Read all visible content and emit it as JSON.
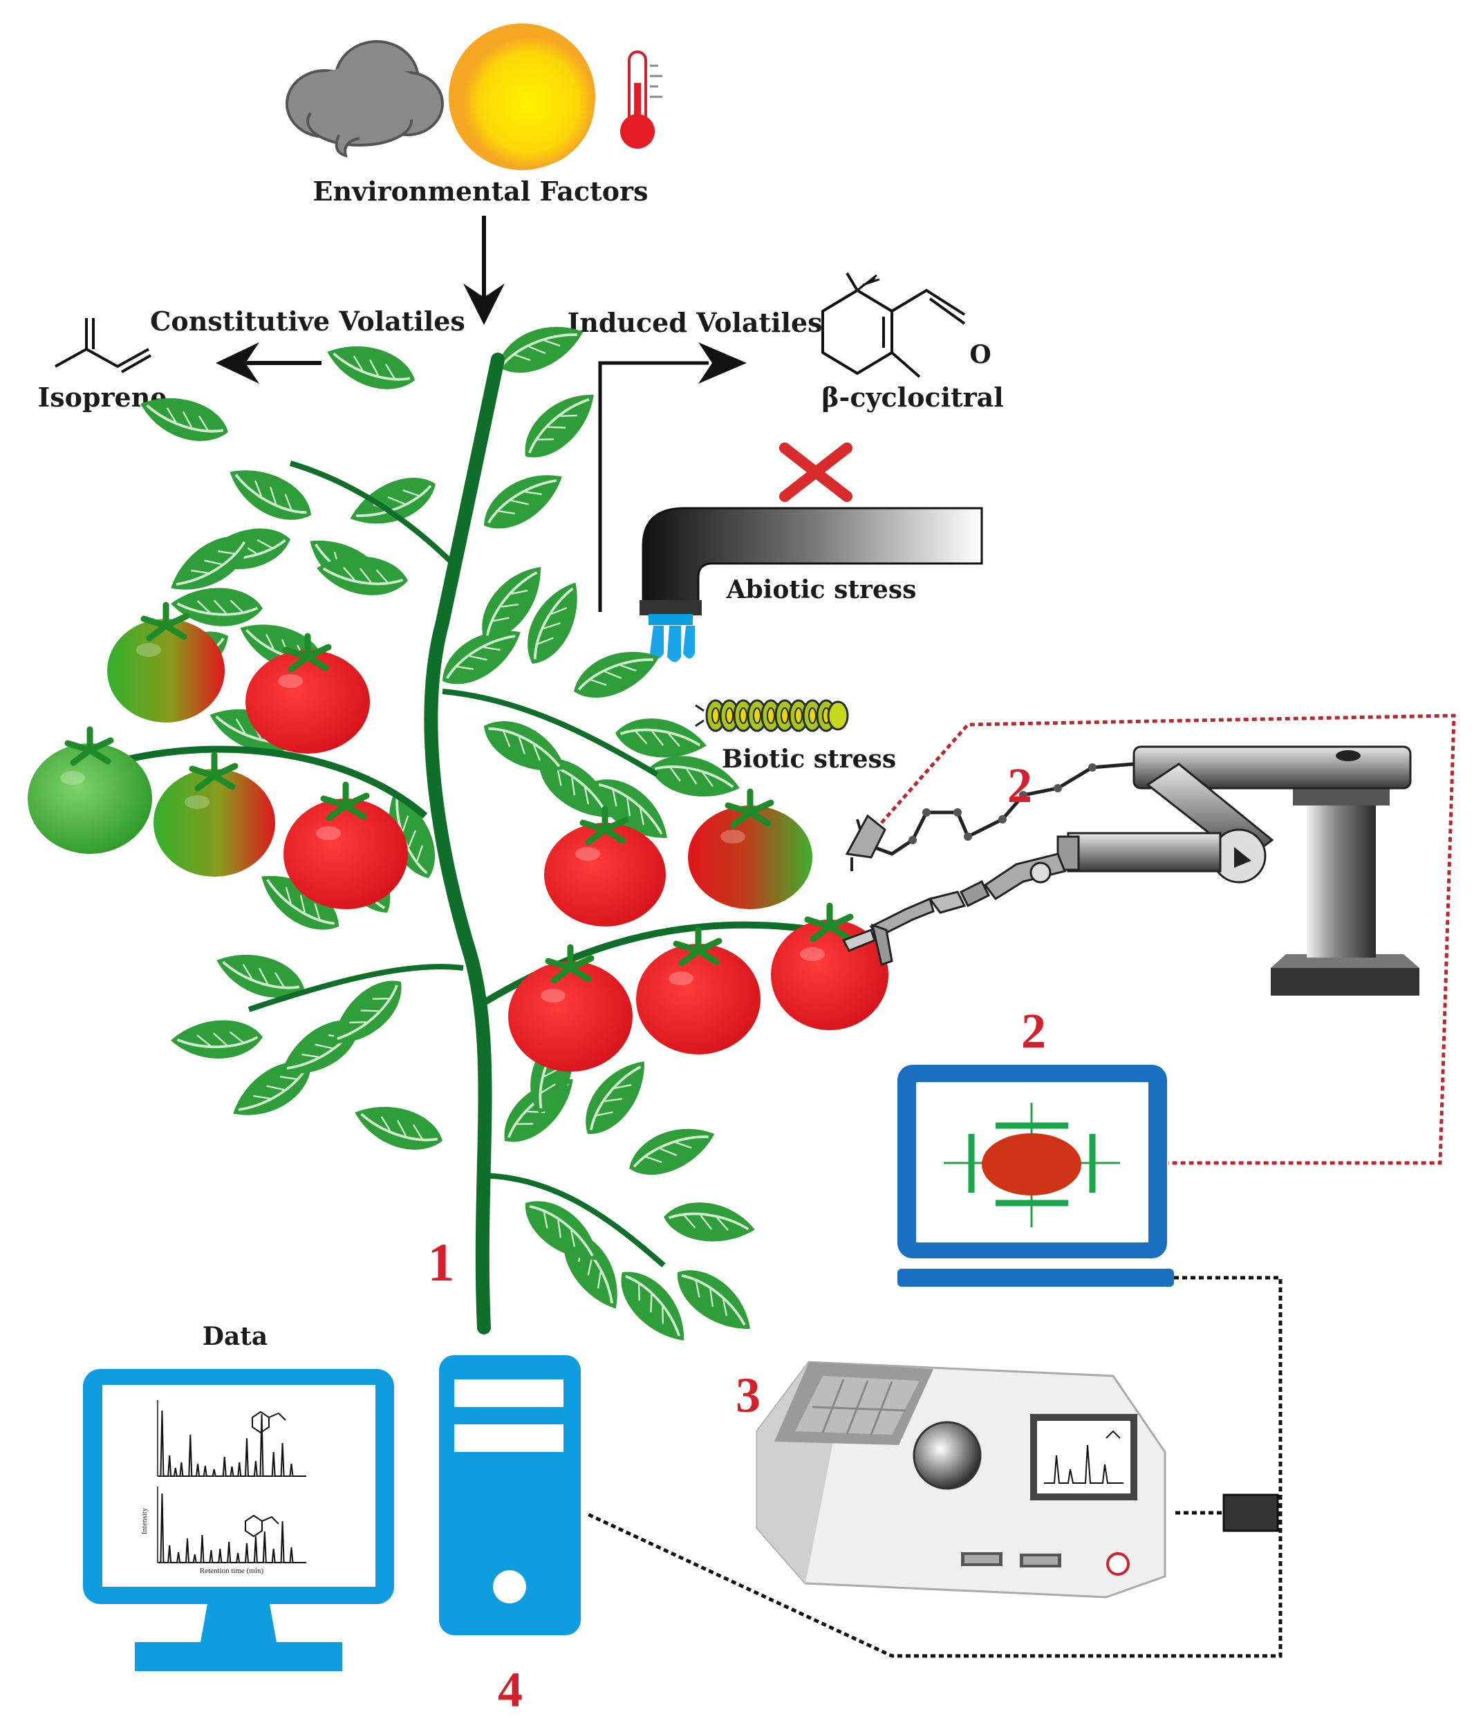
{
  "labels": {
    "environmental_factors": "Environmental Factors",
    "constitutive_volatiles": "Constitutive Volatiles",
    "induced_volatiles": "Induced Volatiles",
    "isoprene": "Isoprene",
    "beta_cyclocitral": "β-cyclocitral",
    "oxygen_atom": "O",
    "abiotic_stress": "Abiotic stress",
    "biotic_stress": "Biotic stress",
    "data": "Data",
    "chrom_ylabel": "Intensity",
    "chrom_xlabel": "Retention time (min)"
  },
  "numbers": {
    "plant": "1",
    "robot": "2",
    "laptop": "2",
    "analyzer": "3",
    "computer": "4"
  },
  "icons": [
    "cloud-icon",
    "sun-icon",
    "thermometer-icon",
    "faucet-icon",
    "caterpillar-icon",
    "robot-arm-icon",
    "laptop-icon",
    "analyzer-icon",
    "desktop-tower-icon",
    "monitor-icon"
  ],
  "colors": {
    "label_text": "#1a1a1a",
    "number_red": "#d4202a",
    "device_blue": "#0f9de0",
    "laptop_blue": "#1b6fc1",
    "stem_green": "#0f6e2a",
    "leaf_green": "#2f9e3a",
    "tomato_red": "#e1161c",
    "sun_yellow": "#fdd708",
    "cloud_gray": "#8a8a8a",
    "link_red": "#b8282e",
    "link_black": "#111111"
  }
}
